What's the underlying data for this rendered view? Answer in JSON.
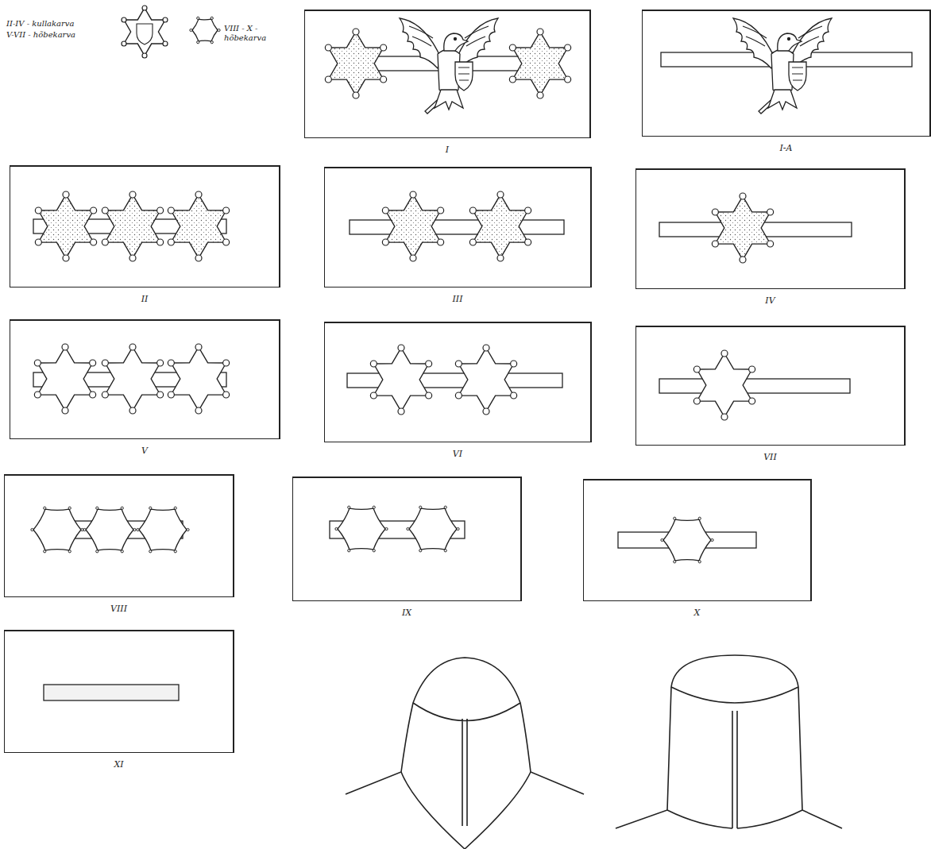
{
  "diagram": {
    "nodes": [
      {
        "text": [
          "I"
        ]
      },
      {
        "text": [
          "I-A"
        ]
      },
      {
        "text": [
          "II"
        ]
      },
      {
        "text": [
          "III"
        ]
      },
      {
        "text": [
          "IV"
        ]
      },
      {
        "text": [
          "V"
        ]
      },
      {
        "text": [
          "VI"
        ]
      },
      {
        "text": [
          "VII"
        ]
      },
      {
        "text": [
          "VIII"
        ]
      },
      {
        "text": [
          "IX"
        ]
      },
      {
        "text": [
          "X"
        ]
      },
      {
        "text": [
          "XI"
        ]
      }
    ],
    "legend": [
      {
        "text": "II-IV - kullakarva"
      },
      {
        "text": "V-VII - hõbekarva"
      },
      {
        "text": "VIII - X - hõbekarva"
      }
    ]
  }
}
